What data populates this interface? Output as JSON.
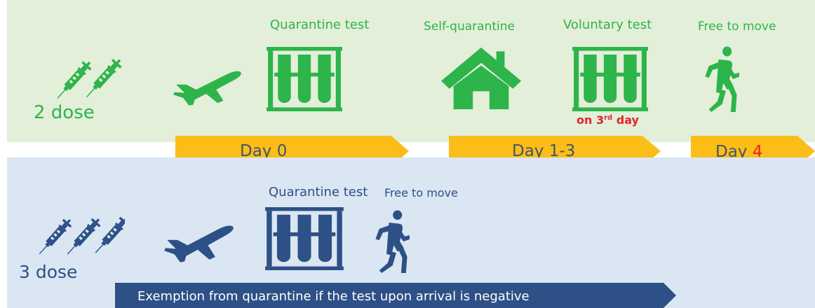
{
  "colors": {
    "green": "#2db44a",
    "navy": "#2d5086",
    "arrow_yellow": "#fbbd18",
    "highlight_red": "#e0252b",
    "green_band": "#e3efd9",
    "blue_band": "#dbe6f3"
  },
  "two_dose": {
    "label": "2 dose",
    "steps": [
      {
        "icon": "airplane-icon",
        "label": ""
      },
      {
        "icon": "test-tubes-icon",
        "label": "Quarantine test"
      },
      {
        "icon": "house-icon",
        "label": "Self-quarantine"
      },
      {
        "icon": "test-tubes-icon",
        "label": "Voluntary test",
        "note": {
          "prefix": "on 3",
          "sup": "rd",
          "suffix": " day"
        }
      },
      {
        "icon": "running-person-icon",
        "label": "Free to move"
      }
    ],
    "timeline": [
      {
        "label": "Day 0"
      },
      {
        "label": "Day 1-3"
      },
      {
        "label_prefix": "Day ",
        "label_highlight": "4"
      }
    ]
  },
  "three_dose": {
    "label": "3 dose",
    "steps": [
      {
        "icon": "airplane-icon",
        "label": ""
      },
      {
        "icon": "test-tubes-icon",
        "label": "Quarantine test"
      },
      {
        "icon": "running-person-icon",
        "label": "Free to move"
      }
    ],
    "banner": "Exemption from quarantine if the test upon arrival is negative"
  }
}
